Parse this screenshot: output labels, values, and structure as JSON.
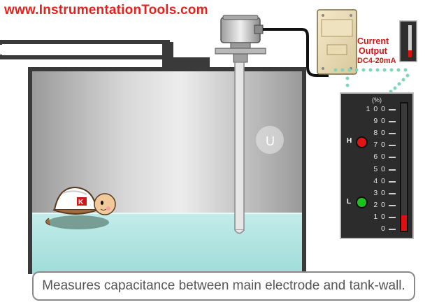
{
  "watermark": "www.InstrumentationTools.com",
  "transmitter": {
    "current_label": "Current",
    "output_label": "Output",
    "range_label": "DC4-20mA"
  },
  "caption": "Measures capacitance between main electrode and tank-wall.",
  "meter": {
    "unit_label": "(%)",
    "scale": [
      "1 0 0",
      "9 0",
      "8 0",
      "7 0",
      "6 0",
      "5 0",
      "4 0",
      "3 0",
      "2 0",
      "1 0",
      "0"
    ],
    "high_label": "H",
    "low_label": "L",
    "level_fraction": 0.12,
    "high_color": "#e01515",
    "low_color": "#1ec21e",
    "bar_color": "#e01010"
  },
  "colors": {
    "water": "#9fdcd8",
    "tank": "#b4b4b4",
    "watermark": "#e8201c"
  }
}
